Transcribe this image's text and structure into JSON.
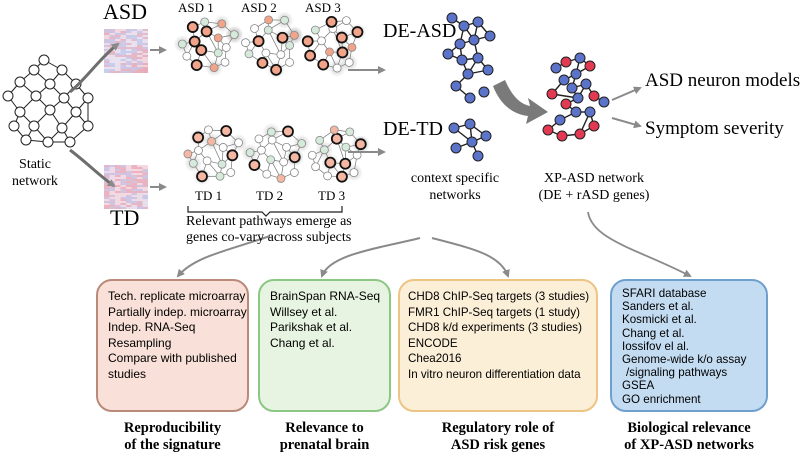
{
  "labels": {
    "asd": "ASD",
    "td": "TD",
    "asd1": "ASD 1",
    "asd2": "ASD 2",
    "asd3": "ASD 3",
    "td1": "TD 1",
    "td2": "TD 2",
    "td3": "TD 3",
    "static_network": [
      "Static",
      "network"
    ],
    "de_asd": "DE-ASD",
    "de_td": "DE-TD",
    "context_networks": [
      "context specific",
      "networks"
    ],
    "xp_asd": [
      "XP-ASD network",
      "(DE + rASD genes)"
    ],
    "outputs": [
      "ASD neuron models",
      "Symptom severity"
    ],
    "pathways": [
      "Relevant pathways emerge as",
      "genes co-vary across subjects"
    ]
  },
  "boxes": [
    {
      "title": [
        "Reproducibility",
        "of the signature"
      ],
      "fill": "#f9e0d8",
      "border": "#b98a7a",
      "items": [
        "Tech. replicate microarray",
        "Partially indep. microarray",
        "Indep. RNA-Seq",
        "Resampling",
        "Compare with published",
        "studies"
      ]
    },
    {
      "title": [
        "Relevance to",
        "prenatal brain"
      ],
      "fill": "#e6f4e1",
      "border": "#8cc784",
      "items": [
        "BrainSpan RNA-Seq",
        "Willsey et al.",
        "Parikshak et al.",
        "Chang et al."
      ]
    },
    {
      "title": [
        "Regulatory role of",
        "ASD risk genes"
      ],
      "fill": "#fcefd8",
      "border": "#ecc484",
      "items": [
        "CHD8 ChIP-Seq targets (3 studies)",
        "FMR1 ChIP-Seq targets (1 study)",
        "CHD8 k/d experiments (3 studies)",
        "ENCODE",
        "Chea2016",
        "In vitro neuron differentiation data"
      ]
    },
    {
      "title": [
        "Biological relevance",
        "of XP-ASD networks"
      ],
      "fill": "#c4dcf2",
      "border": "#6f9fce",
      "items": [
        "SFARI database",
        "Sanders et al.",
        "Kosmicki et al.",
        "Chang et al.",
        "Iossifov el al.",
        "Genome-wide k/o assay",
        "/signaling pathways",
        "GSEA",
        "GO enrichment"
      ]
    }
  ],
  "colors": {
    "blue_node": "#5b73c9",
    "red_node": "#e23a52",
    "orange_node": "#f2a48a",
    "green_node": "#d6eadb",
    "gray_arrow": "#8a8a8a"
  }
}
